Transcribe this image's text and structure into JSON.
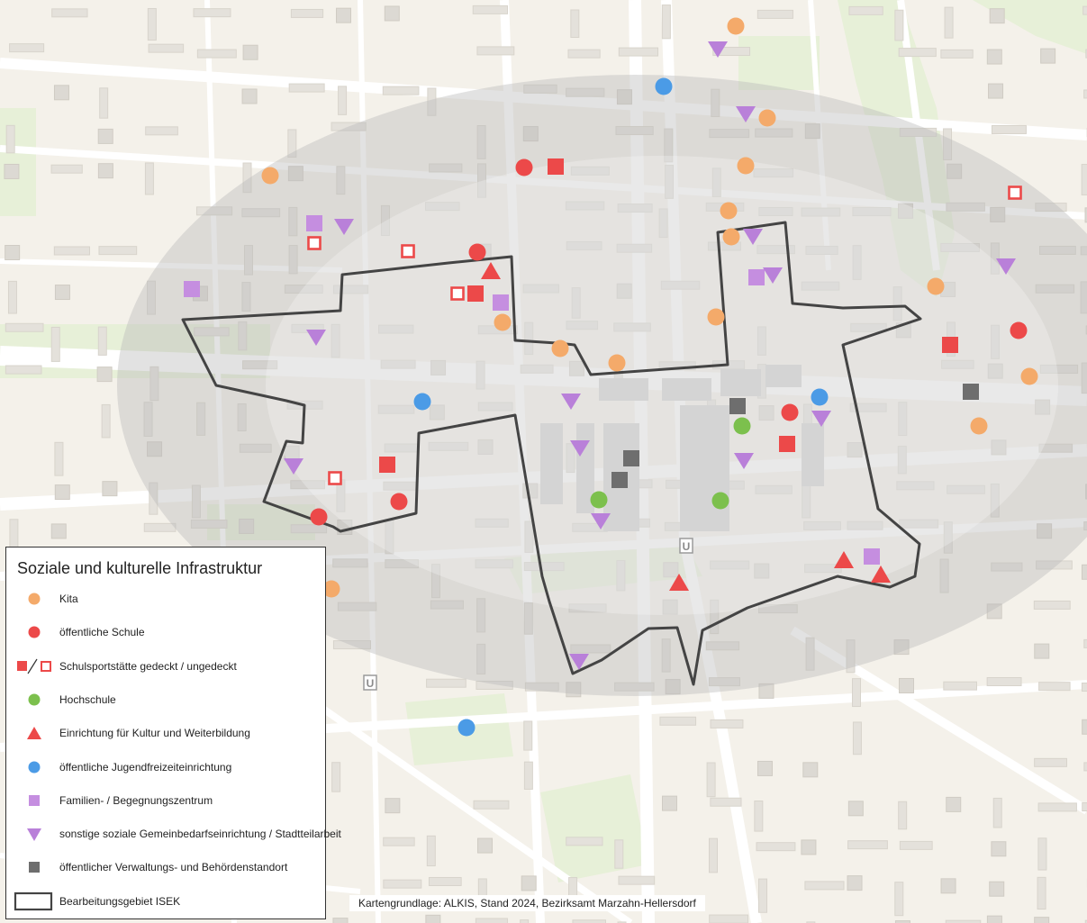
{
  "legend": {
    "title": "Soziale und kulturelle Infrastruktur",
    "items": [
      {
        "key": "kita",
        "label": "Kita",
        "symbol": "circle",
        "color": "#f4aa6a"
      },
      {
        "key": "schule",
        "label": "öffentliche Schule",
        "symbol": "circle",
        "color": "#ec4949"
      },
      {
        "key": "sport",
        "label": "Schulsportstätte gedeckt / ungedeckt",
        "symbol": "square-pair",
        "color": "#ec4949"
      },
      {
        "key": "hochschule",
        "label": "Hochschule",
        "symbol": "circle",
        "color": "#7cc04d"
      },
      {
        "key": "kultur",
        "label": "Einrichtung für Kultur und Weiterbildung",
        "symbol": "triangle-up",
        "color": "#ec4949"
      },
      {
        "key": "jugend",
        "label": "öffentliche Jugendfreizeiteinrichtung",
        "symbol": "circle",
        "color": "#4b9be6"
      },
      {
        "key": "familie",
        "label": "Familien- / Begegnungszentrum",
        "symbol": "square",
        "color": "#c58ee0"
      },
      {
        "key": "sozial",
        "label": "sonstige soziale Gemeinbedarfseinrichtung / Stadtteilarbeit",
        "symbol": "triangle-down",
        "color": "#b980d9"
      },
      {
        "key": "verwaltung",
        "label": "öffentlicher Verwaltungs- und Behördenstandort",
        "symbol": "square",
        "color": "#6e6e6e"
      },
      {
        "key": "isek",
        "label": "Bearbeitungsgebiet ISEK",
        "symbol": "outline",
        "color": "#444444"
      }
    ]
  },
  "credit": "Kartengrundlage: ALKIS, Stand 2024, Bezirksamt Marzahn-Hellersdorf",
  "colors": {
    "background": "#f4f1ea",
    "building": "#e6e3dd",
    "road": "#ffffff",
    "buffer": "#c8c8c8",
    "boundary": "#444444"
  },
  "metro_symbol": "U"
}
